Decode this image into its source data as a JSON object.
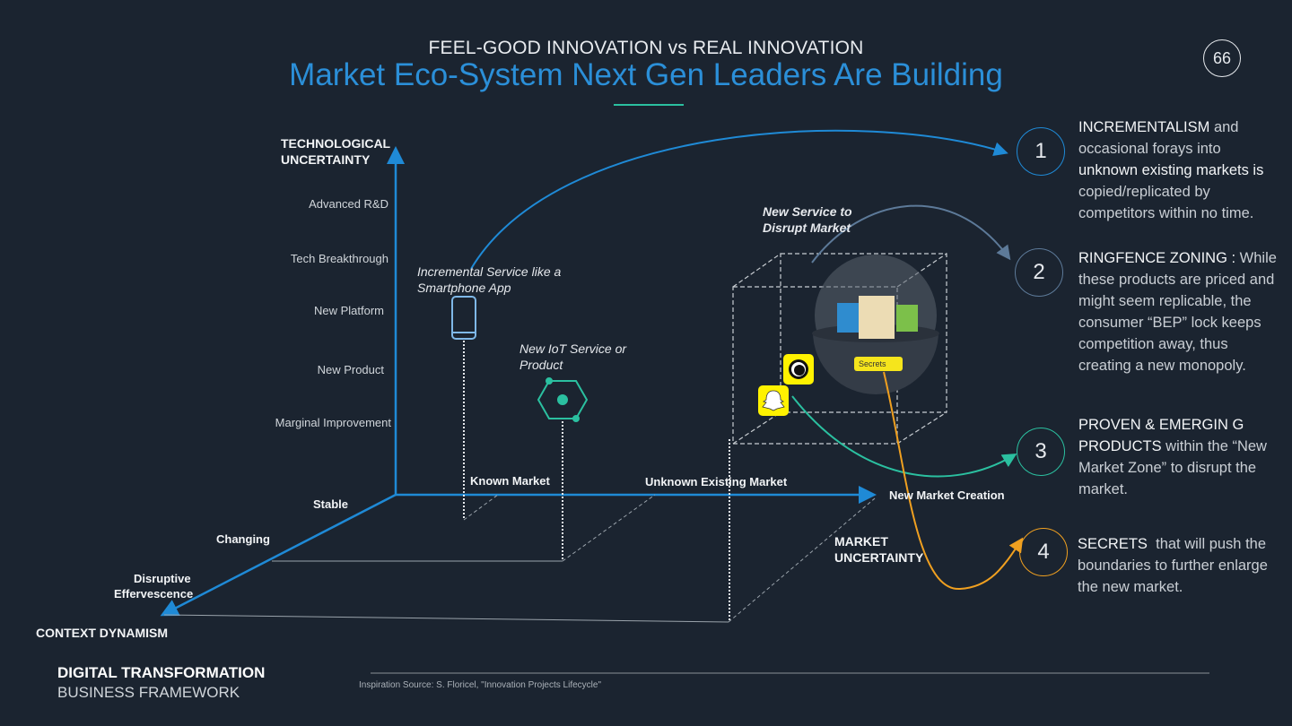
{
  "header": {
    "supertitle": "FEEL-GOOD INNOVATION vs REAL INNOVATION",
    "title": "Market Eco-System Next Gen Leaders Are Building",
    "page_number": "66"
  },
  "axes": {
    "y_label_1": "TECHNOLOGICAL",
    "y_label_2": "UNCERTAINTY",
    "y_ticks": [
      "Advanced R&D",
      "Tech Breakthrough",
      "New Platform",
      "New Product",
      "Marginal Improvement"
    ],
    "x_label_1": "MARKET",
    "x_label_2": "UNCERTAINTY",
    "x_ticks": [
      "Known Market",
      "Unknown Existing Market",
      "New Market Creation"
    ],
    "z_label": "CONTEXT DYNAMISM",
    "z_ticks": [
      "Stable",
      "Changing",
      "Disruptive",
      "Effervescence"
    ]
  },
  "annotations": {
    "incremental_1": "Incremental Service like a",
    "incremental_2": "Smartphone App",
    "iot_1": "New IoT Service or",
    "iot_2": "Product",
    "disrupt_1": "New Service to",
    "disrupt_2": "Disrupt Market",
    "secrets_tag": "Secrets"
  },
  "notes": [
    {
      "num": "1",
      "bold": "INCREMENTALISM",
      "text1": " and occasional forays into ",
      "bold2": "unknown existing markets is",
      "text2": " copied/replicated by competitors within no time.",
      "color": "#1f8ad6"
    },
    {
      "num": "2",
      "bold": "RINGFENCE ZONING :",
      "text1": " While these products are priced and might seem replicable, the consumer “BEP” lock keeps competition away, thus creating a new monopoly.",
      "color": "#5d7a99"
    },
    {
      "num": "3",
      "bold": "PROVEN & EMERGIN G PRODUCTS",
      "text1": " within the “New Market Zone” to disrupt the market.",
      "color": "#2bc0a0"
    },
    {
      "num": "4",
      "bold": "SECRETS",
      "text1": "  that will push the boundaries to further enlarge the new market.",
      "color": "#f0a020"
    }
  ],
  "footer": {
    "title": "DIGITAL TRANSFORMATION",
    "subtitle": "BUSINESS FRAMEWORK",
    "source": "Inspiration Source: S. Floricel, \"Innovation Projects Lifecycle\""
  }
}
